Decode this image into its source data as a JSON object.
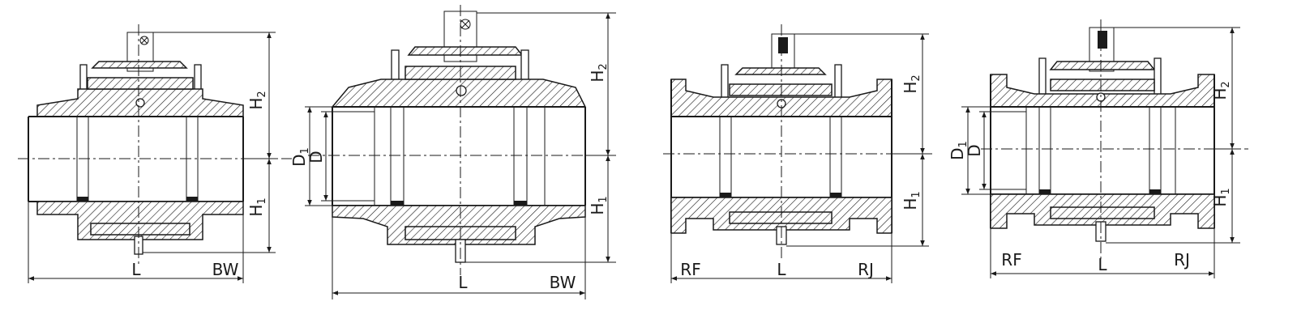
{
  "views": [
    {
      "name": "butt-weld-reduced-bore",
      "labels": {
        "h2": "H",
        "h2_sub": "2",
        "h1": "H",
        "h1_sub": "1",
        "l": "L",
        "end": "BW"
      }
    },
    {
      "name": "butt-weld-full-bore",
      "labels": {
        "h2": "H",
        "h2_sub": "2",
        "h1": "H",
        "h1_sub": "1",
        "d1": "D",
        "d1_sub": "1",
        "d": "D",
        "l": "L",
        "end": "BW"
      }
    },
    {
      "name": "flanged-reduced-bore",
      "labels": {
        "h2": "H",
        "h2_sub": "2",
        "h1": "H",
        "h1_sub": "1",
        "l": "L",
        "rf": "RF",
        "rj": "RJ"
      }
    },
    {
      "name": "flanged-full-bore",
      "labels": {
        "h2": "H",
        "h2_sub": "2",
        "h1": "H",
        "h1_sub": "1",
        "d1": "D",
        "d1_sub": "1",
        "d": "D",
        "l": "L",
        "rf": "RF",
        "rj": "RJ"
      }
    }
  ]
}
